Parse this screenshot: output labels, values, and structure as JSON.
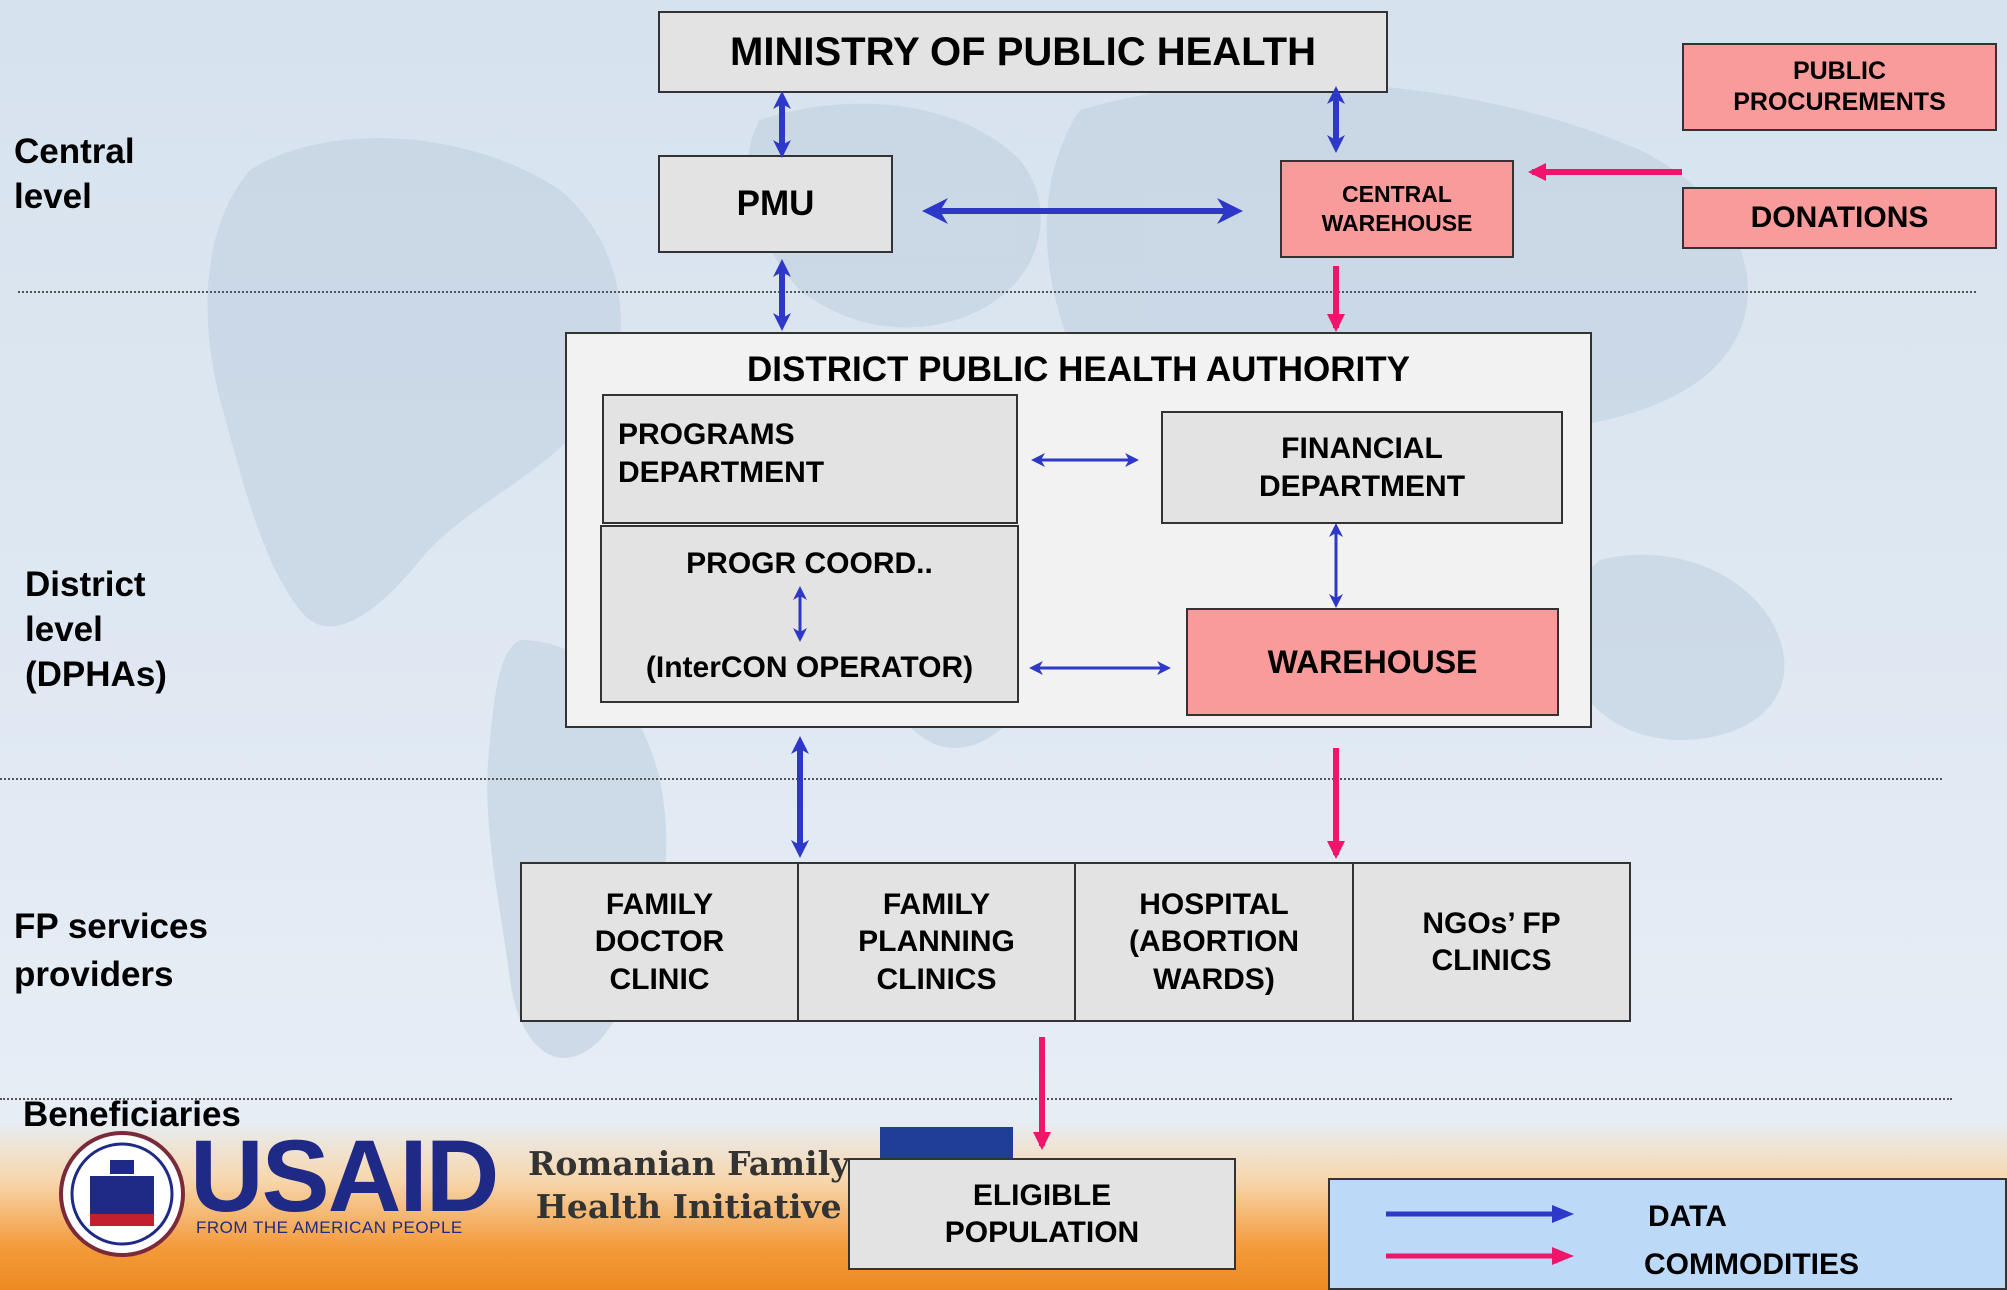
{
  "levels": {
    "central": "Central\nlevel",
    "district": "District\nlevel\n(DPHAs)",
    "fp_providers": "FP services\nproviders",
    "beneficiaries": "Beneficiaries"
  },
  "nodes": {
    "ministry": "MINISTRY OF PUBLIC HEALTH",
    "pmu": "PMU",
    "central_warehouse": "CENTRAL\nWAREHOUSE",
    "public_procurements": "PUBLIC\nPROCUREMENTS",
    "donations": "DONATIONS",
    "dpha_title": "DISTRICT PUBLIC HEALTH AUTHORITY",
    "programs_department": "PROGRAMS\nDEPARTMENT",
    "financial_department": "FINANCIAL\nDEPARTMENT",
    "progr_coord": "PROGR COORD..",
    "intercon_operator": "(InterCON OPERATOR)",
    "warehouse": "WAREHOUSE",
    "family_doctor_clinic": "FAMILY\nDOCTOR\nCLINIC",
    "family_planning_clinics": "FAMILY\nPLANNING\nCLINICS",
    "hospital": "HOSPITAL\n(ABORTION\nWARDS)",
    "ngos_clinics": "NGOs’ FP\nCLINICS",
    "eligible_population": "ELIGIBLE\nPOPULATION"
  },
  "legend": {
    "data_label": "DATA",
    "commodities_label": "COMMODITIES"
  },
  "logos": {
    "usaid": "USAID",
    "usaid_tagline": "FROM THE AMERICAN PEOPLE",
    "rfhi": "Romanian Family\nHealth Initiative"
  },
  "colors": {
    "data_arrow": "#2e38c8",
    "commodities_arrow": "#f0156a",
    "commodity_box": "#f99b9b",
    "legend_bg": "#bcd9f7"
  }
}
